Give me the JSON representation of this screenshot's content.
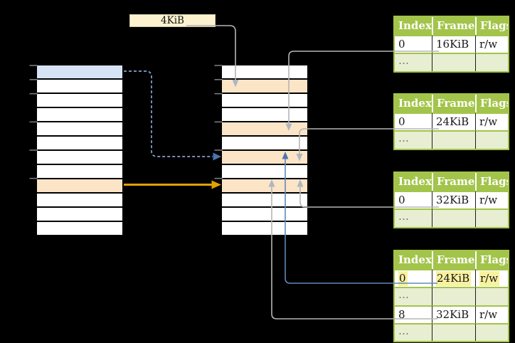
{
  "frame_size_label": "4KiB",
  "colors": {
    "table_green": "#a3c44a",
    "table_row_green": "#e7eed2",
    "row_blue": "#d6e3f5",
    "row_orange": "#fce4c7",
    "label_cream": "#fdf2d0",
    "highlight_yellow": "#f7f1a0",
    "line_gray": "#b5b5b5",
    "arrow_gray": "#adb6c2",
    "line_blue": "#6288ba",
    "line_blue_dashed": "#87a3cf",
    "arrow_blue": "#4d74b0",
    "arrow_orange": "#e1a008",
    "tick_gray": "#7a7a7a"
  },
  "memory": {
    "left_column_rows": [
      "blue",
      "white",
      "white",
      "white",
      "white",
      "white",
      "white",
      "white",
      "orange",
      "white",
      "white",
      "white"
    ],
    "right_column_rows": [
      "white",
      "orange",
      "white",
      "white",
      "orange",
      "white",
      "orange",
      "white",
      "orange",
      "white",
      "white",
      "white"
    ],
    "tick_row_indices": [
      0,
      1,
      2,
      4,
      6,
      8
    ]
  },
  "page_tables": [
    {
      "id": "table-16kib",
      "headers": [
        "Index",
        "Frame",
        "Flags"
      ],
      "rows": [
        {
          "cells": [
            "0",
            "16KiB",
            "r/w"
          ],
          "style": "value",
          "highlight": false
        },
        {
          "cells": [
            "…",
            "",
            ""
          ],
          "style": "dots",
          "highlight": false
        }
      ]
    },
    {
      "id": "table-24kib",
      "headers": [
        "Index",
        "Frame",
        "Flags"
      ],
      "rows": [
        {
          "cells": [
            "0",
            "24KiB",
            "r/w"
          ],
          "style": "value",
          "highlight": false
        },
        {
          "cells": [
            "…",
            "",
            ""
          ],
          "style": "dots",
          "highlight": false
        }
      ]
    },
    {
      "id": "table-32kib",
      "headers": [
        "Index",
        "Frame",
        "Flags"
      ],
      "rows": [
        {
          "cells": [
            "0",
            "32KiB",
            "r/w"
          ],
          "style": "value",
          "highlight": false
        },
        {
          "cells": [
            "…",
            "",
            ""
          ],
          "style": "dots",
          "highlight": false
        }
      ]
    },
    {
      "id": "table-level2",
      "headers": [
        "Index",
        "Frame",
        "Flags"
      ],
      "rows": [
        {
          "cells": [
            "0",
            "24KiB",
            "r/w"
          ],
          "style": "value",
          "highlight": true
        },
        {
          "cells": [
            "…",
            "",
            ""
          ],
          "style": "dots",
          "highlight": false
        },
        {
          "cells": [
            "8",
            "32KiB",
            "r/w"
          ],
          "style": "value",
          "highlight": false
        },
        {
          "cells": [
            "…",
            "",
            ""
          ],
          "style": "dots",
          "highlight": false
        }
      ]
    }
  ]
}
